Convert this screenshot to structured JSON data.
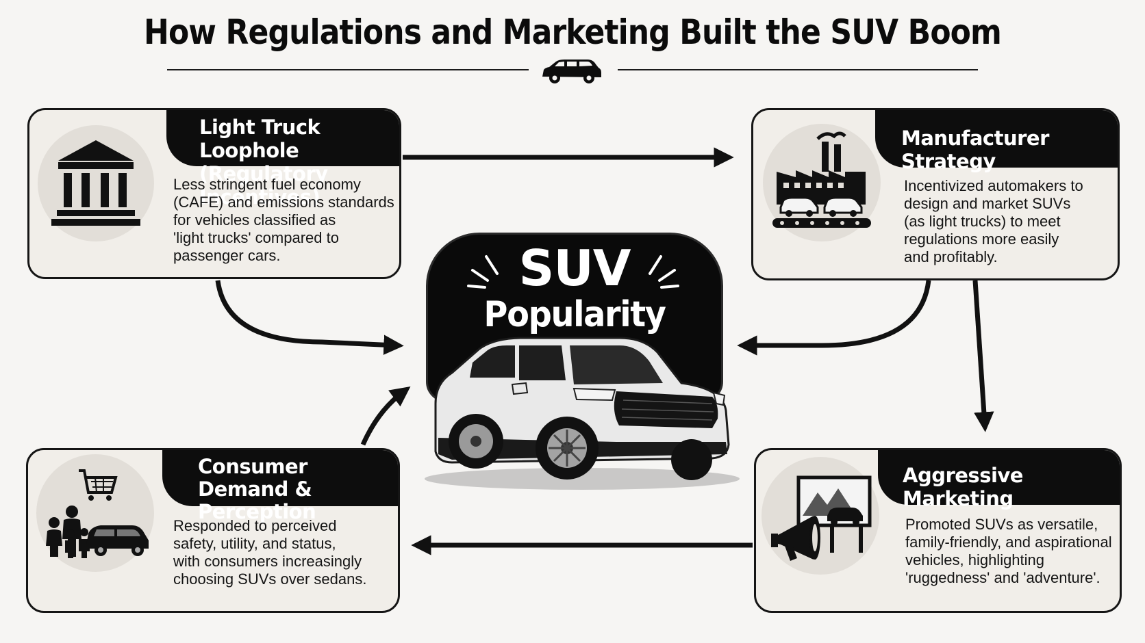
{
  "title": "How Regulations and Marketing Built the SUV Boom",
  "center": {
    "title_line1": "SUV",
    "title_line2": "Popularity Boom"
  },
  "cards": {
    "loophole": {
      "heading_line1": "Light Truck Loophole",
      "heading_line2": "(Regulatory Incentives)",
      "body": [
        "Less stringent fuel economy",
        "(CAFE) and emissions standards",
        "for vehicles classified as",
        "'light trucks' compared to",
        "passenger cars."
      ],
      "icon": "government-building-icon"
    },
    "manufacturer": {
      "heading": "Manufacturer Strategy",
      "body": [
        "Incentivized automakers to",
        "design and market SUVs",
        "(as light trucks) to meet",
        "regulations more easily",
        "and profitably."
      ],
      "icon": "factory-icon"
    },
    "consumer": {
      "heading_line1": "Consumer Demand &",
      "heading_line2": "Perception",
      "body": [
        "Responded to perceived",
        "safety, utility, and status,",
        "with consumers increasingly",
        "choosing SUVs over sedans."
      ],
      "icon": "family-shopping-icon"
    },
    "marketing": {
      "heading": "Aggressive Marketing",
      "body": [
        "Promoted SUVs as versatile,",
        "family-friendly, and aspirational",
        "vehicles, highlighting",
        "'ruggedness' and 'adventure'."
      ],
      "icon": "megaphone-billboard-icon"
    }
  },
  "colors": {
    "background": "#f6f5f3",
    "card": "#f1eee9",
    "header": "#0d0d0d",
    "arrow": "#111111"
  }
}
